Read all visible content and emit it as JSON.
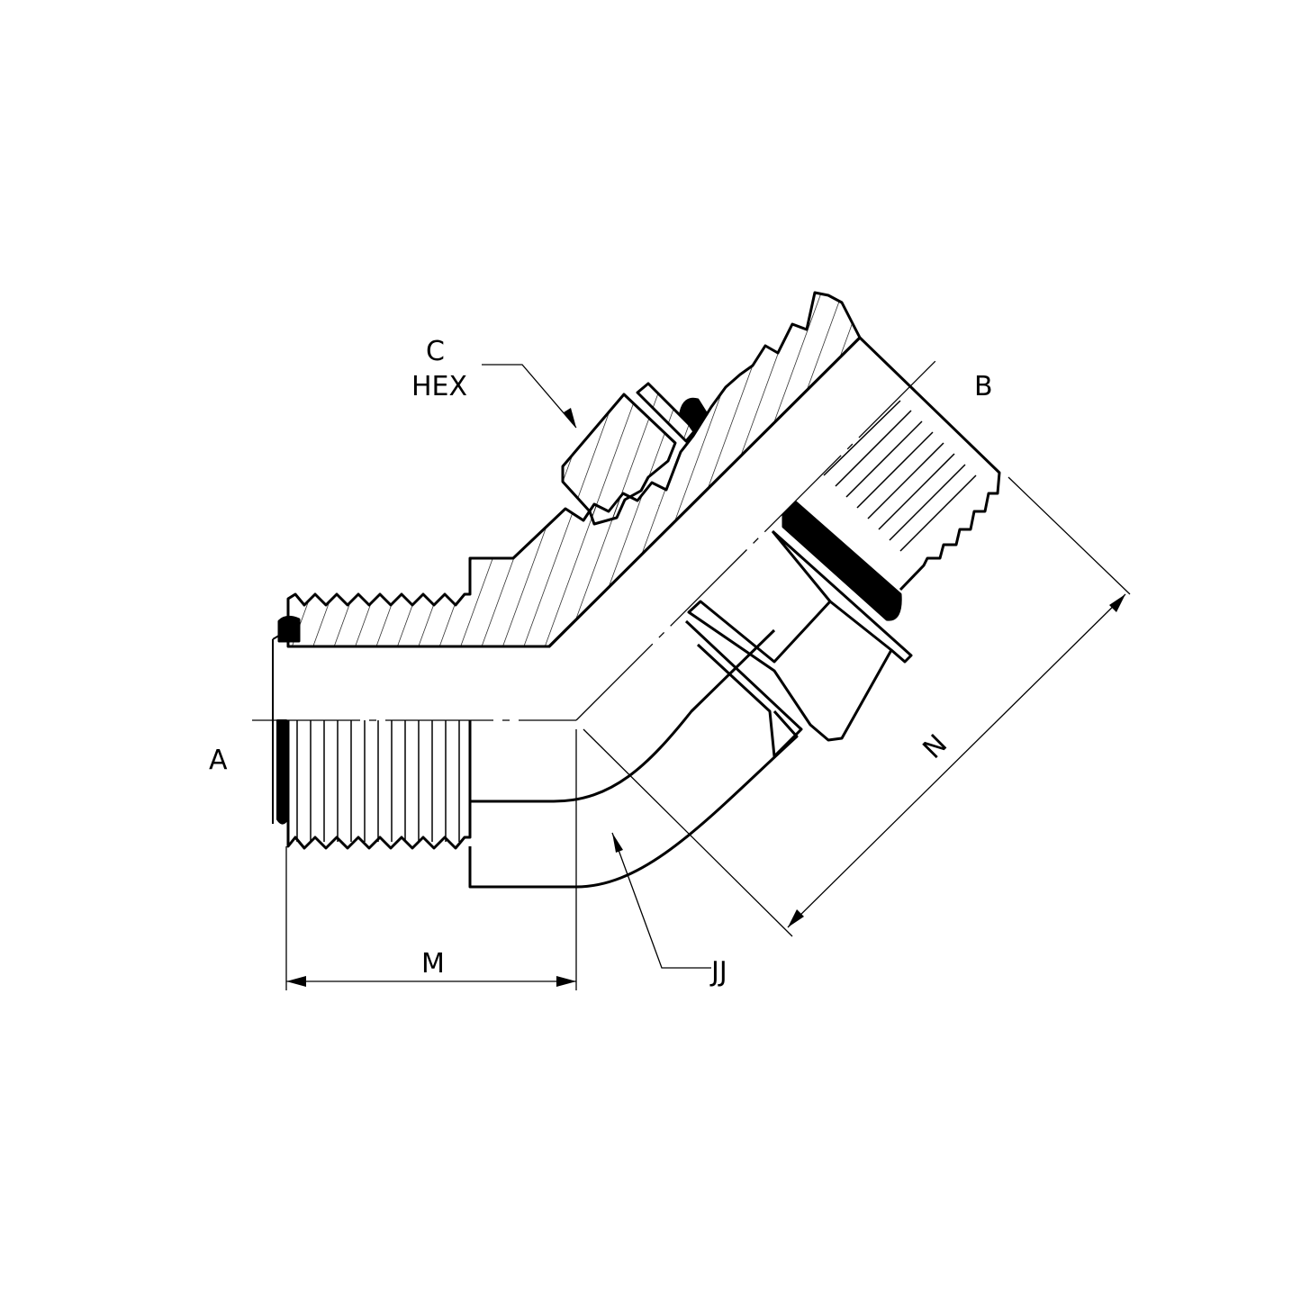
{
  "labels": {
    "a": "A",
    "b": "B",
    "c": "C",
    "hex": "HEX",
    "m": "M",
    "n": "N",
    "jj": "JJ"
  },
  "colors": {
    "line": "#000000",
    "background": "#ffffff"
  }
}
